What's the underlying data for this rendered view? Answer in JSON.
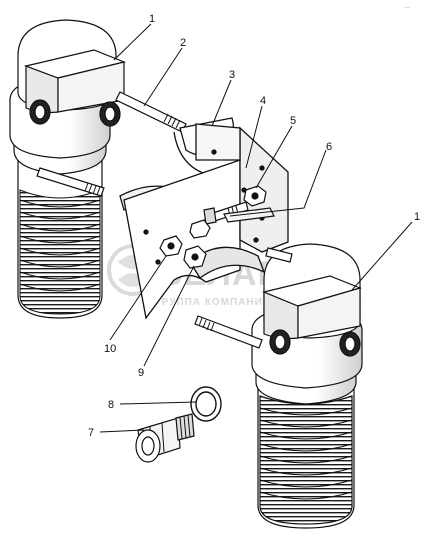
{
  "callouts": [
    "1",
    "2",
    "3",
    "4",
    "5",
    "6",
    "1",
    "10",
    "9",
    "8",
    "7"
  ],
  "watermark": {
    "brand": "БЕЛАГРО",
    "tagline": "ГРУППА КОМПАНИЙ"
  },
  "corner_mark": "—"
}
